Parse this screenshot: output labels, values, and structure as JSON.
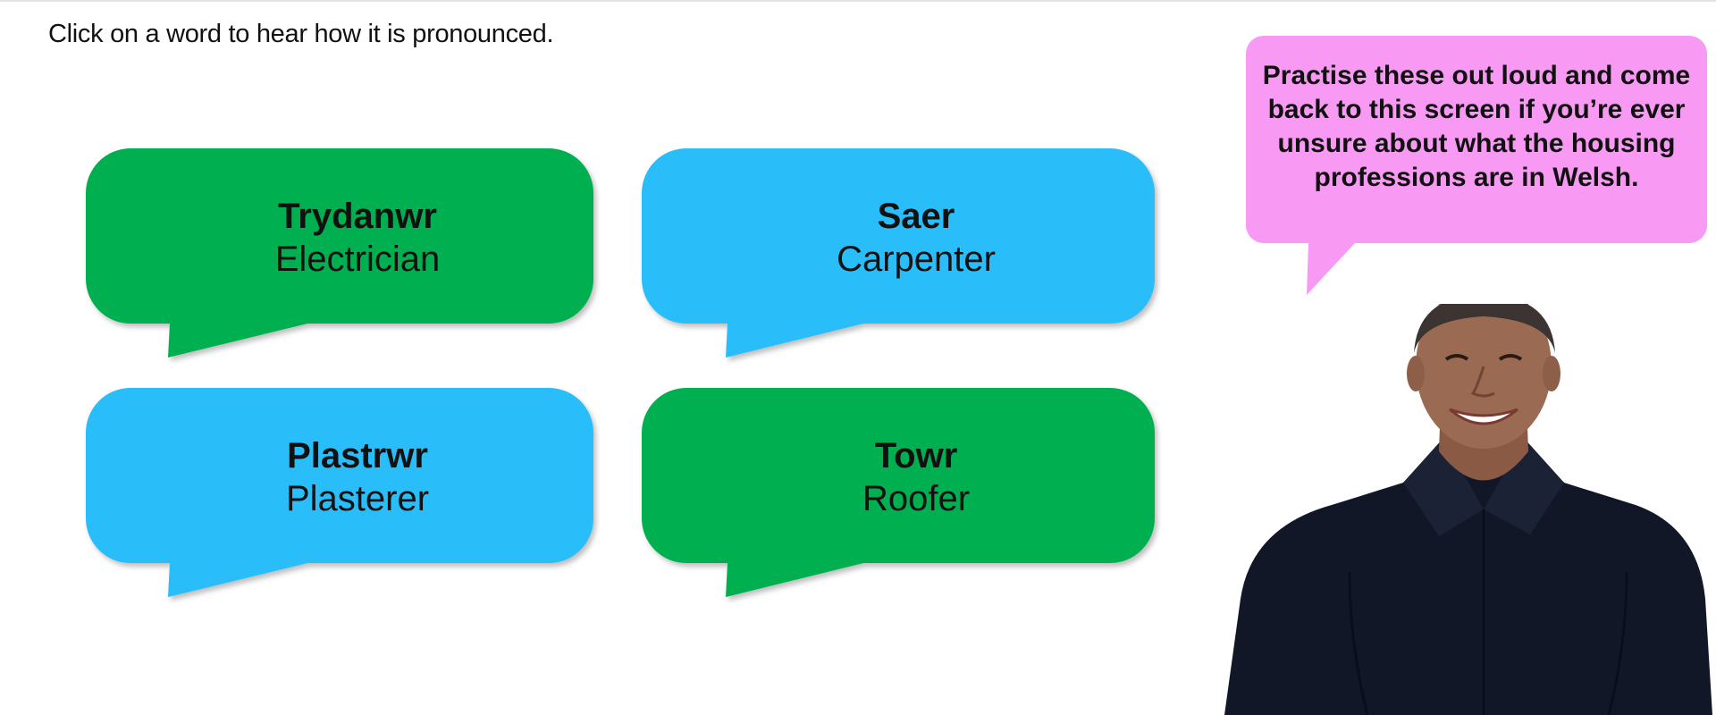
{
  "instruction": "Click on a word to hear how it is pronounced.",
  "colors": {
    "green": "#00b050",
    "blue": "#29bdf9",
    "pink": "#f89af3"
  },
  "words": [
    {
      "welsh": "Trydanwr",
      "english": "Electrician",
      "color": "green"
    },
    {
      "welsh": "Saer",
      "english": "Carpenter",
      "color": "blue"
    },
    {
      "welsh": "Plastrwr",
      "english": "Plasterer",
      "color": "blue"
    },
    {
      "welsh": "Towr",
      "english": "Roofer",
      "color": "green"
    }
  ],
  "speech_bubble": {
    "text": "Practise these out loud and come back to this screen if you’re ever unsure about what the housing professions are in Welsh."
  },
  "presenter": {
    "description_icon": "presenter-photo"
  }
}
